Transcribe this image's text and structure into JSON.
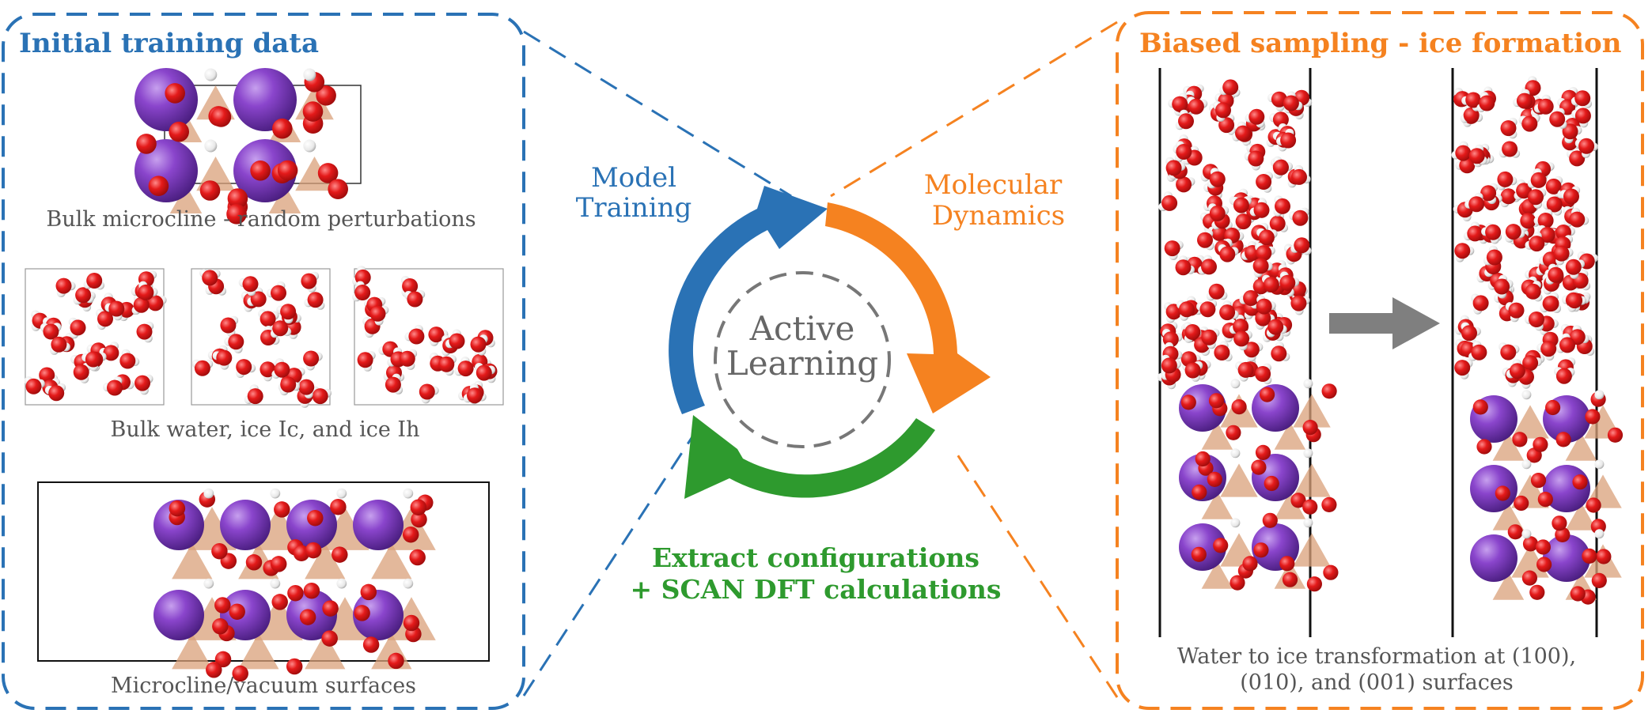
{
  "colors": {
    "blue": "#2a72b5",
    "orange": "#f58220",
    "green": "#2e9a2e",
    "gray": "#666666",
    "oxygen": "#e41a1a",
    "hydrogen": "#f2f2f2",
    "potassium": "#7f3fbf",
    "tetra": "#d9a07a",
    "arrow_gray": "#7f7f7f"
  },
  "left_panel": {
    "title": "Initial training data",
    "caption_microcline": "Bulk microcline - random perturbations",
    "caption_water": "Bulk water, ice Ic, and ice Ih",
    "caption_surfaces": "Microcline/vacuum surfaces"
  },
  "cycle": {
    "center_line1": "Active",
    "center_line2": "Learning",
    "model_line1": "Model",
    "model_line2": "Training",
    "md_line1": "Molecular",
    "md_line2": "Dynamics",
    "extract_line1": "Extract configurations",
    "extract_line2": "+ SCAN DFT calculations"
  },
  "right_panel": {
    "title": "Biased sampling - ice formation",
    "caption_line1": "Water to ice transformation at (100),",
    "caption_line2": "(010), and (001) surfaces"
  }
}
